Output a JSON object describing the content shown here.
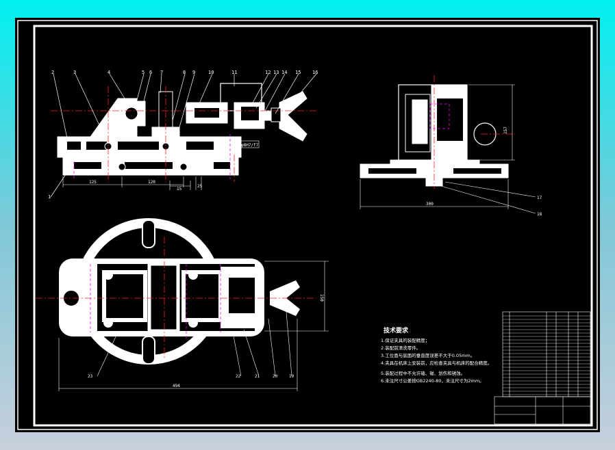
{
  "drawing": {
    "background": "#000000",
    "line_color": "#ffffff",
    "center_line_color": "#ff2020",
    "hidden_line_color": "#ff00ff"
  },
  "labels": {
    "front_callouts": [
      "2",
      "3",
      "4",
      "5",
      "6",
      "7",
      "8",
      "9",
      "10",
      "11",
      "12",
      "13",
      "14",
      "15",
      "16"
    ],
    "side_callouts": [
      "17",
      "18"
    ],
    "top_callouts": [
      "23",
      "22",
      "21",
      "20",
      "19"
    ],
    "bottom_left_callout": "1"
  },
  "dimensions": {
    "d125": "125",
    "d120": "120",
    "d15": "15",
    "d25": "25",
    "fit": "φ8H7/f7",
    "side_width": "300",
    "side_height": "157",
    "top_width": "494",
    "top_height": "150"
  },
  "notes": {
    "title": "技术要求",
    "lines": [
      "1.保证夹具的装配精度；",
      "2.装配前清洗零件。",
      "3.工位面与底面的垂直度误差不大于0.05mm。",
      "4.夹具在机床上安装前，应检查夹具与机床的配合精度。",
      "5.装配过程中不允许磕、碰、划伤和锈蚀。",
      "6.未注尺寸公差按GB2240-80，未注尺寸为2mm。"
    ]
  }
}
